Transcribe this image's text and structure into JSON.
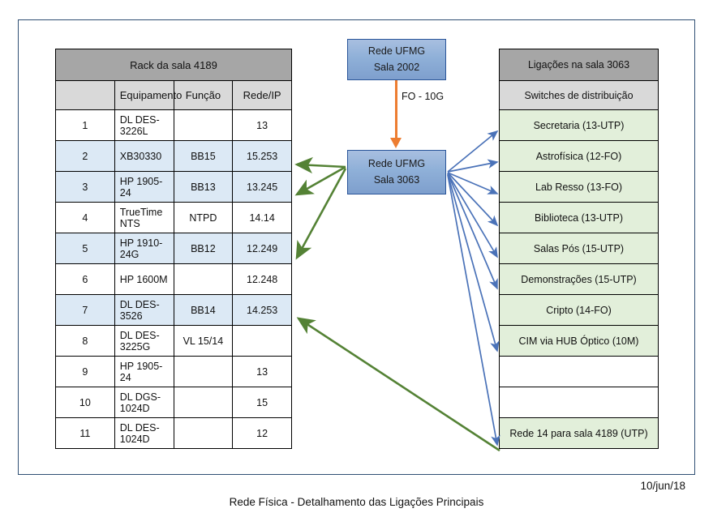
{
  "diagram": {
    "caption": "Rede Física - Detalhamento das Ligações Principais",
    "date": "10/jun/18"
  },
  "rack_table": {
    "title": "Rack da sala 4189",
    "columns": [
      "",
      "Equipamento",
      "Função",
      "Rede/IP"
    ],
    "rows": [
      {
        "idx": "1",
        "equipamento": "DL DES-3226L",
        "funcao": "",
        "rede_ip": "13",
        "highlight": false
      },
      {
        "idx": "2",
        "equipamento": "XB30330",
        "funcao": "BB15",
        "rede_ip": "15.253",
        "highlight": true
      },
      {
        "idx": "3",
        "equipamento": "HP 1905-24",
        "funcao": "BB13",
        "rede_ip": "13.245",
        "highlight": true
      },
      {
        "idx": "4",
        "equipamento": "TrueTime NTS",
        "funcao": "NTPD",
        "rede_ip": "14.14",
        "highlight": false
      },
      {
        "idx": "5",
        "equipamento": "HP 1910-24G",
        "funcao": "BB12",
        "rede_ip": "12.249",
        "highlight": true
      },
      {
        "idx": "6",
        "equipamento": "HP 1600M",
        "funcao": "",
        "rede_ip": "12.248",
        "highlight": false
      },
      {
        "idx": "7",
        "equipamento": "DL DES-3526",
        "funcao": "BB14",
        "rede_ip": "14.253",
        "highlight": true
      },
      {
        "idx": "8",
        "equipamento": "DL DES-3225G",
        "funcao": "VL 15/14",
        "rede_ip": "",
        "highlight": false
      },
      {
        "idx": "9",
        "equipamento": "HP 1905-24",
        "funcao": "",
        "rede_ip": "13",
        "highlight": false
      },
      {
        "idx": "10",
        "equipamento": "DL DGS-1024D",
        "funcao": "",
        "rede_ip": "15",
        "highlight": false
      },
      {
        "idx": "11",
        "equipamento": "DL DES-1024D",
        "funcao": "",
        "rede_ip": "12",
        "highlight": false
      }
    ]
  },
  "network_nodes": [
    {
      "id": "sala2002",
      "line1": "Rede UFMG",
      "line2": "Sala 2002"
    },
    {
      "id": "sala3063",
      "line1": "Rede UFMG",
      "line2": "Sala 3063"
    }
  ],
  "uplink": {
    "label": "FO - 10G",
    "color": "#ed7d31",
    "from": "sala2002",
    "to": "sala3063"
  },
  "ligacoes_table": {
    "title": "Ligações na sala 3063",
    "subtitle": "Switches de distribuição",
    "rows": [
      {
        "label": "Secretaria (13-UTP)",
        "filled": true
      },
      {
        "label": "Astrofísica (12-FO)",
        "filled": true
      },
      {
        "label": "Lab Resso (13-FO)",
        "filled": true
      },
      {
        "label": "Biblioteca (13-UTP)",
        "filled": true
      },
      {
        "label": "Salas Pós (15-UTP)",
        "filled": true
      },
      {
        "label": "Demonstrações (15-UTP)",
        "filled": true
      },
      {
        "label": "Cripto (14-FO)",
        "filled": true
      },
      {
        "label": "CIM via HUB Óptico (10M)",
        "filled": true
      },
      {
        "label": "",
        "filled": false
      },
      {
        "label": "",
        "filled": false
      },
      {
        "label": "Rede 14 para sala 4189 (UTP)",
        "filled": true
      }
    ]
  },
  "colors": {
    "header_dark": "#a6a6a6",
    "header_light": "#d9d9d9",
    "row_highlight": "#dce9f5",
    "switch_fill": "#e2efda",
    "node_fill": "#8fb0d8",
    "node_border": "#2a5599",
    "green_arrow": "#548235",
    "blue_arrow": "#4a72b8",
    "orange_arrow": "#ed7d31",
    "frame_border": "#2f4f73"
  }
}
